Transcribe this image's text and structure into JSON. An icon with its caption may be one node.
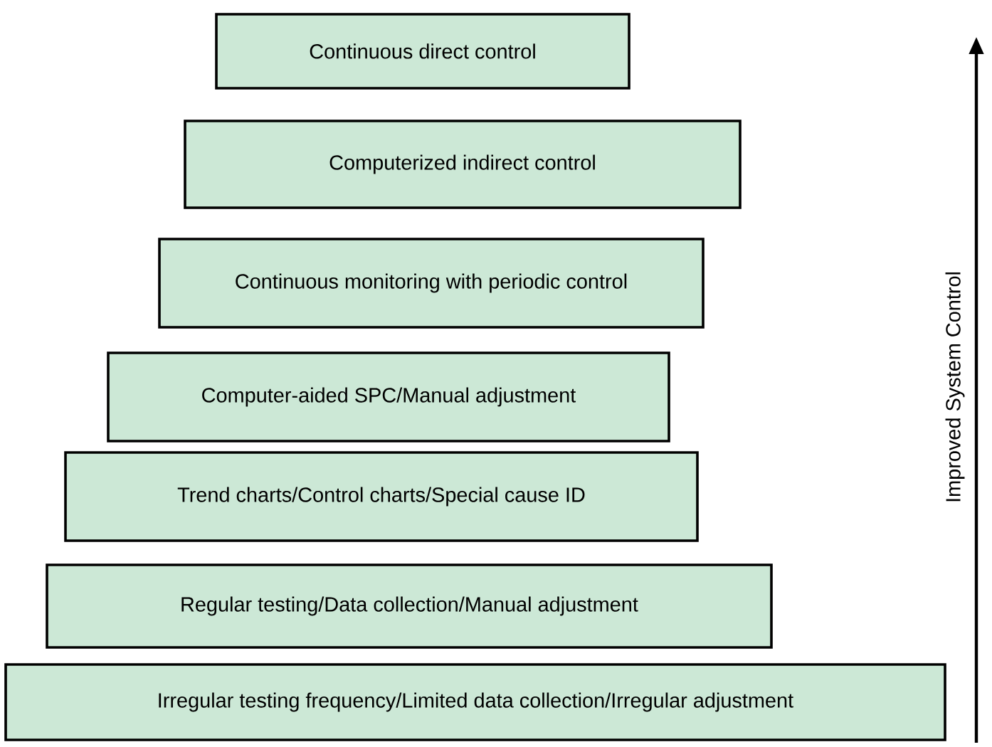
{
  "diagram": {
    "nodes": [
      {
        "text": [
          "Continuous direct control"
        ]
      },
      {
        "text": [
          "Computerized indirect control"
        ]
      },
      {
        "text": [
          "Continuous monitoring with periodic control"
        ]
      },
      {
        "text": [
          "Computer-aided SPC/Manual adjustment"
        ]
      },
      {
        "text": [
          "Trend charts/Control charts/Special cause ID"
        ]
      },
      {
        "text": [
          "Regular testing/Data collection/Manual adjustment"
        ]
      },
      {
        "text": [
          "Irregular testing frequency/Limited data collection/Irregular adjustment"
        ]
      }
    ],
    "edges": [],
    "labels": [
      "Improved System Control"
    ]
  }
}
